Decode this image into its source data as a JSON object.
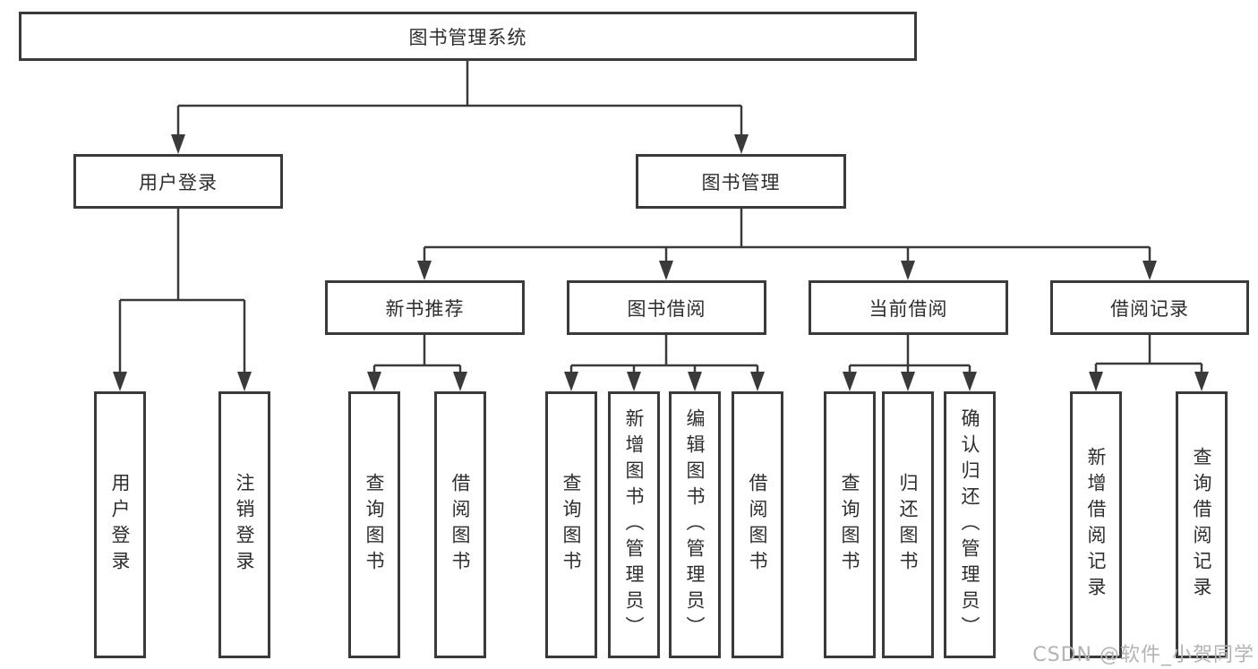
{
  "diagram": {
    "root": {
      "label": "图书管理系统",
      "children": [
        {
          "label": "用户登录",
          "children": [
            {
              "label": "用户登录"
            },
            {
              "label": "注销登录"
            }
          ]
        },
        {
          "label": "图书管理",
          "children": [
            {
              "label": "新书推荐",
              "children": [
                {
                  "label": "查询图书"
                },
                {
                  "label": "借阅图书"
                }
              ]
            },
            {
              "label": "图书借阅",
              "children": [
                {
                  "label": "查询图书"
                },
                {
                  "label": "新增图书（管理员）"
                },
                {
                  "label": "编辑图书（管理员）"
                },
                {
                  "label": "借阅图书"
                }
              ]
            },
            {
              "label": "当前借阅",
              "children": [
                {
                  "label": "查询图书"
                },
                {
                  "label": "归还图书"
                },
                {
                  "label": "确认归还（管理员）"
                }
              ]
            },
            {
              "label": "借阅记录",
              "children": [
                {
                  "label": "新增借阅记录"
                },
                {
                  "label": "查询借阅记录"
                }
              ]
            }
          ]
        }
      ]
    },
    "watermark": "CSDN @软件_小贺同学",
    "colors": {
      "line": "#3a3a3a",
      "text": "#2e2e2e",
      "watermark": "#b3b3b3",
      "background": "#ffffff"
    }
  }
}
